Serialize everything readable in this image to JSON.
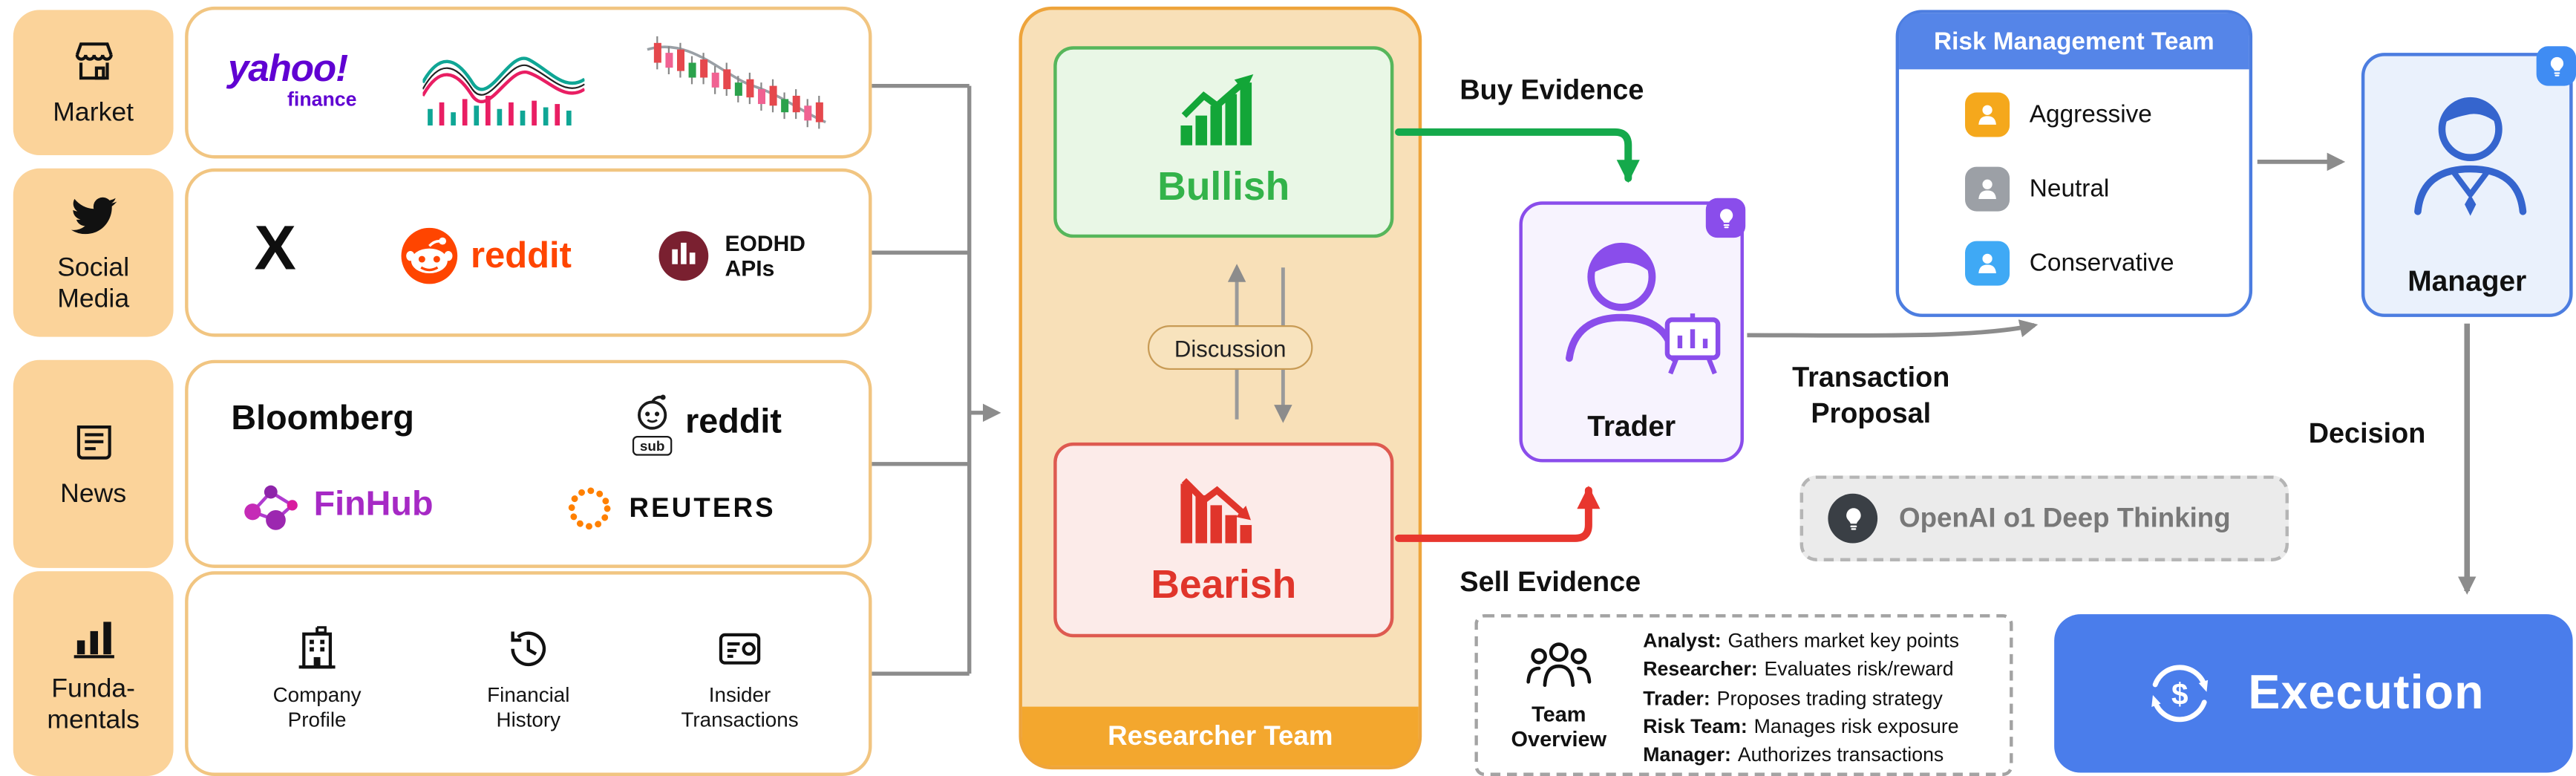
{
  "sources": {
    "market": {
      "label": "Market"
    },
    "social": {
      "label": "Social\nMedia"
    },
    "news": {
      "label": "News"
    },
    "fundamentals": {
      "label": "Funda-\nmentals",
      "items": [
        {
          "label": "Company\nProfile"
        },
        {
          "label": "Financial\nHistory"
        },
        {
          "label": "Insider\nTransactions"
        }
      ]
    }
  },
  "logos": {
    "yahoo": "yahoo!",
    "yahoo_finance": "finance",
    "x": "X",
    "reddit": "reddit",
    "eodhd": "EODHD",
    "eodhd_sub": "APIs",
    "bloomberg": "Bloomberg",
    "sub_badge": "sub",
    "subreddit": "reddit",
    "finhub": "FinHub",
    "reuters": "REUTERS"
  },
  "researcher": {
    "banner": "Researcher Team",
    "bullish": "Bullish",
    "bearish": "Bearish",
    "discussion": "Discussion"
  },
  "flow": {
    "buy": "Buy Evidence",
    "sell": "Sell Evidence",
    "transaction": "Transaction\nProposal",
    "decision": "Decision"
  },
  "trader": {
    "label": "Trader"
  },
  "risk_team": {
    "header": "Risk Management Team",
    "roles": [
      {
        "label": "Aggressive",
        "color": "#F5A81C"
      },
      {
        "label": "Neutral",
        "color": "#9CA0A6"
      },
      {
        "label": "Conservative",
        "color": "#3FA9F5"
      }
    ]
  },
  "manager": {
    "label": "Manager"
  },
  "execution": {
    "label": "Execution"
  },
  "openai": {
    "label": "OpenAI o1 Deep Thinking"
  },
  "team_overview": {
    "title": "Team\nOverview",
    "lines": [
      {
        "role": "Analyst:",
        "desc": "Gathers market key points"
      },
      {
        "role": "Researcher:",
        "desc": "Evaluates risk/reward"
      },
      {
        "role": "Trader:",
        "desc": "Proposes trading strategy"
      },
      {
        "role": "Risk Team:",
        "desc": "Manages risk exposure"
      },
      {
        "role": "Manager:",
        "desc": "Authorizes transactions"
      }
    ]
  },
  "colors": {
    "buy_arrow": "#15A94B",
    "sell_arrow": "#E8362E",
    "connector_gray": "#8C8C8C",
    "researcher_banner": "#F3A72E",
    "bullish_green": "#33B34A",
    "bearish_red": "#E0352B",
    "trader_accent": "#8A4DEB",
    "risk_accent": "#4C7DE0",
    "execution_bg": "#4A7DEB"
  }
}
